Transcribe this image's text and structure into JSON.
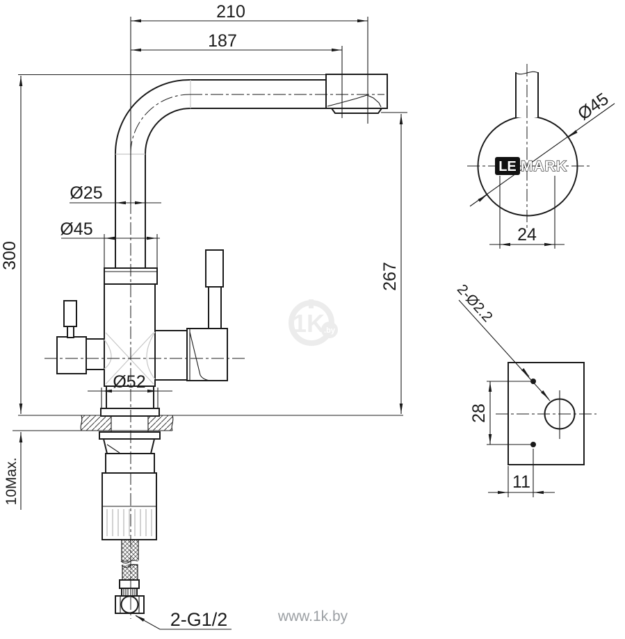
{
  "colors": {
    "line": "#1a1a1a",
    "light_line": "#c7c7c7",
    "watermark_gray": "#ececec",
    "watermark_text": "#9b9fa3",
    "logo_bg": "#111111"
  },
  "front_view": {
    "dim_spout_reach_overall": "210",
    "dim_spout_reach_aerator": "187",
    "dim_spout_tube_diameter": "Ø25",
    "dim_upper_flange_diameter": "Ø45",
    "dim_overall_height": "300",
    "dim_spout_clearance_height": "267",
    "dim_base_diameter": "Ø52",
    "dim_max_deck_thickness": "10Max.",
    "dim_hose_thread": "2-G1/2"
  },
  "top_view": {
    "dim_body_diameter": "Ø45",
    "dim_logo_plate_width": "24",
    "logo_le": "LE",
    "logo_mark": "MARK"
  },
  "detail_view": {
    "dim_holes_callout": "2-Ø2.2",
    "dim_holes_spacing": "28",
    "dim_hole_offset": "11"
  },
  "watermark": {
    "center_text": "1K",
    "center_domain": ".by",
    "footer": "www.1k.by"
  }
}
